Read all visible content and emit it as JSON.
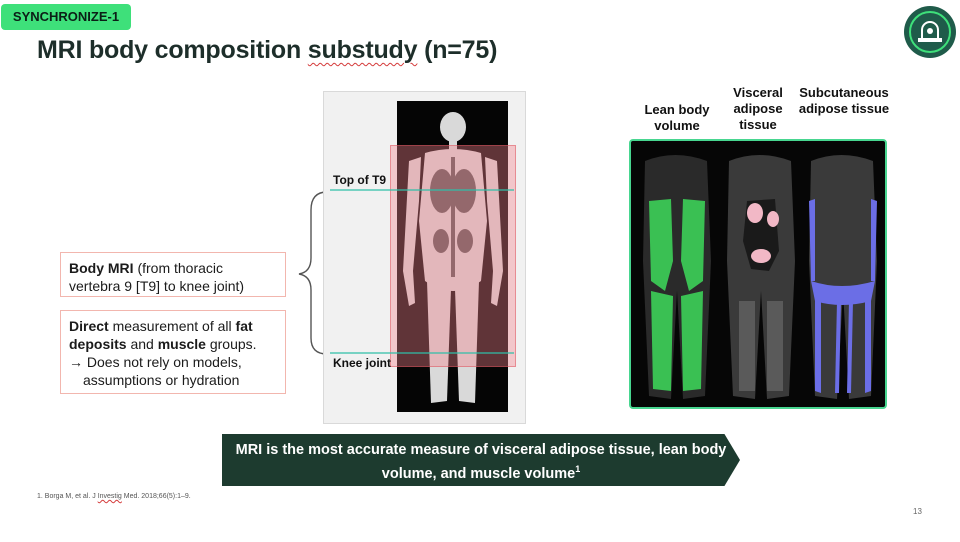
{
  "tag": "SYNCHRONIZE-1",
  "title": {
    "prefix": "MRI body composition ",
    "underlined": "substudy",
    "suffix": " (n=75)"
  },
  "box1": {
    "bold": "Body MRI",
    "rest": " (from thoracic vertebra 9 [T9] to knee joint)"
  },
  "box2": {
    "bold1": "Direct",
    "text1": " measurement of all ",
    "bold2": "fat deposits",
    "text2": " and ",
    "bold3": "muscle",
    "text3": " groups.",
    "bullet": "→ Does not rely on models, assumptions or hydration"
  },
  "mri_labels": {
    "top": "Top of T9",
    "bottom": "Knee joint"
  },
  "columns": [
    {
      "label": "Lean body volume",
      "color": "#3ddb5a"
    },
    {
      "label": "Visceral adipose tissue",
      "color": "#f2b8c6"
    },
    {
      "label": "Subcutaneous adipose tissue",
      "color": "#6b6ee6"
    }
  ],
  "banner": {
    "text": "MRI is the most accurate measure of visceral adipose tissue, lean body volume, and muscle volume",
    "sup": "1"
  },
  "reference": {
    "pre": "1. Borga M, et al. J ",
    "wavy": "Investig",
    "post": " Med. 2018;66(5):1–9."
  },
  "page_number": "13",
  "colors": {
    "tag": "#3ee07a",
    "banner": "#1d3b2f",
    "box_border": "#f2b6ae",
    "frame": "#48d690",
    "guide": "#2fbfa8",
    "logo": "#1f5b4a"
  }
}
